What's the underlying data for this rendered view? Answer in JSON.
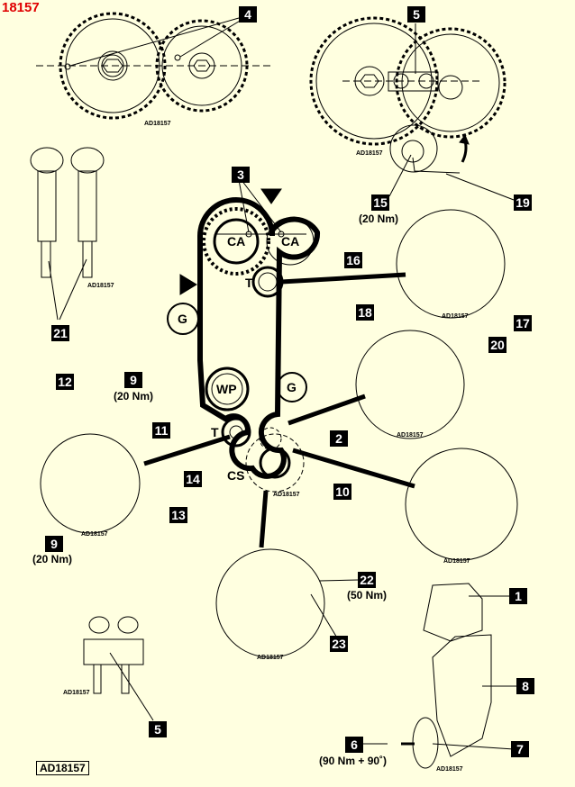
{
  "figure_number": "18157",
  "reference_code": "AD18157",
  "inset_code": "AD18157",
  "pulley_labels": {
    "camshaft_left": "CA",
    "camshaft_right": "CA",
    "tensioner_upper": "T",
    "guide_left": "G",
    "water_pump": "WP",
    "guide_right": "G",
    "tensioner_lower": "T",
    "crankshaft": "CS"
  },
  "callouts": [
    {
      "id": "4",
      "label": "4"
    },
    {
      "id": "5a",
      "label": "5"
    },
    {
      "id": "19",
      "label": "19"
    },
    {
      "id": "15",
      "label": "15",
      "torque": "(20 Nm)"
    },
    {
      "id": "3",
      "label": "3"
    },
    {
      "id": "16",
      "label": "16"
    },
    {
      "id": "21",
      "label": "21"
    },
    {
      "id": "18",
      "label": "18"
    },
    {
      "id": "17",
      "label": "17"
    },
    {
      "id": "20",
      "label": "20"
    },
    {
      "id": "12",
      "label": "12"
    },
    {
      "id": "9a",
      "label": "9",
      "torque": "(20 Nm)"
    },
    {
      "id": "11",
      "label": "11"
    },
    {
      "id": "2",
      "label": "2"
    },
    {
      "id": "14",
      "label": "14"
    },
    {
      "id": "13",
      "label": "13"
    },
    {
      "id": "10",
      "label": "10"
    },
    {
      "id": "9b",
      "label": "9",
      "torque": "(20 Nm)"
    },
    {
      "id": "22",
      "label": "22",
      "torque": "(50 Nm)"
    },
    {
      "id": "1",
      "label": "1"
    },
    {
      "id": "23",
      "label": "23"
    },
    {
      "id": "8",
      "label": "8"
    },
    {
      "id": "5b",
      "label": "5"
    },
    {
      "id": "6",
      "label": "6",
      "torque": "(90 Nm + 90˚)"
    },
    {
      "id": "7",
      "label": "7"
    }
  ]
}
